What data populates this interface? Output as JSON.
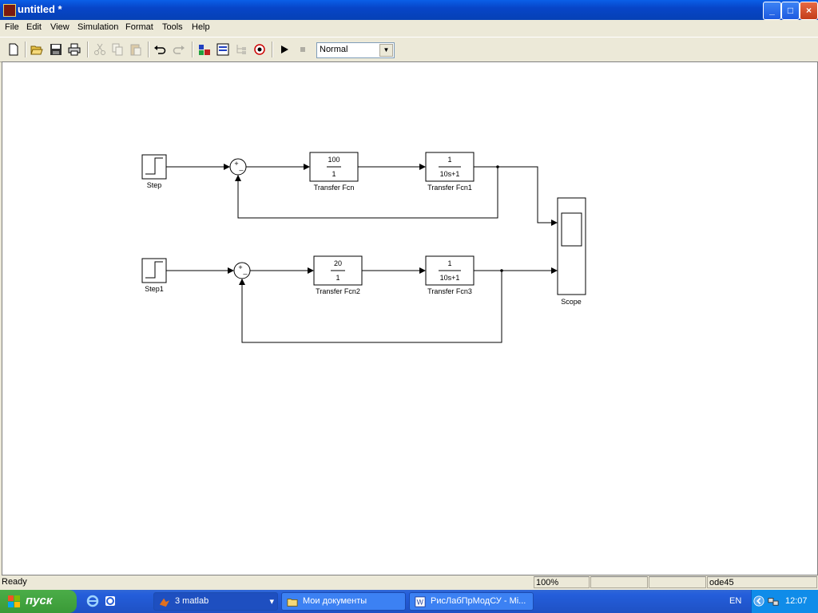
{
  "window": {
    "title": "untitled *",
    "min": "_",
    "max": "□",
    "close": "×"
  },
  "menu": [
    "File",
    "Edit",
    "View",
    "Simulation",
    "Format",
    "Tools",
    "Help"
  ],
  "toolbar": {
    "sim_mode": "Normal"
  },
  "blocks": {
    "step": "Step",
    "step1": "Step1",
    "tf": {
      "num": "100",
      "den": "1",
      "label": "Transfer Fcn"
    },
    "tf1": {
      "num": "1",
      "den": "10s+1",
      "label": "Transfer Fcn1"
    },
    "tf2": {
      "num": "20",
      "den": "1",
      "label": "Transfer Fcn2"
    },
    "tf3": {
      "num": "1",
      "den": "10s+1",
      "label": "Transfer Fcn3"
    },
    "scope": "Scope",
    "sum_plus": "+",
    "sum_minus": "_"
  },
  "status": {
    "state": "Ready",
    "zoom": "100%",
    "solver": "ode45"
  },
  "taskbar": {
    "start": "пуск",
    "tasks": [
      {
        "label": "3 matlab",
        "arrow": "▾"
      },
      {
        "label": "Мои документы"
      },
      {
        "label": "РисЛабПрМодСУ - Mi..."
      }
    ],
    "lang": "EN",
    "time": "12:07"
  }
}
